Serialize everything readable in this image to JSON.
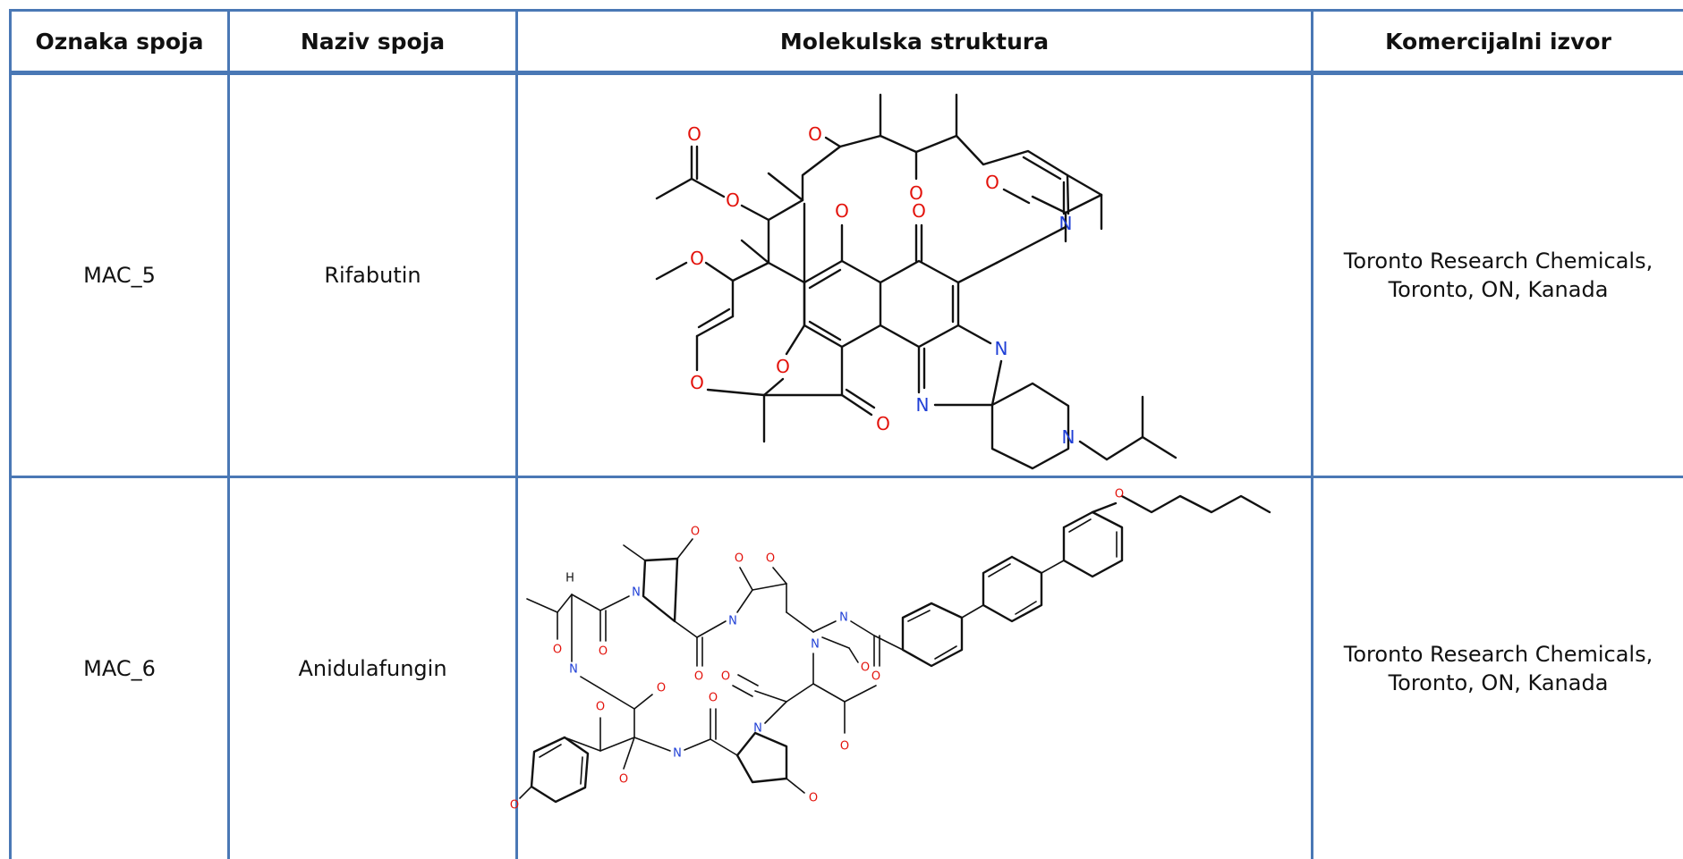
{
  "table": {
    "headers": [
      "Oznaka spoja",
      "Naziv spoja",
      "Molekulska struktura",
      "Komercijalni izvor"
    ],
    "rows": [
      {
        "code": "MAC_5",
        "name": "Rifabutin",
        "source_line1": "Toronto Research Chemicals,",
        "source_line2": "Toronto, ON, Kanada"
      },
      {
        "code": "MAC_6",
        "name": "Anidulafungin",
        "source_line1": "Toronto Research Chemicals,",
        "source_line2": "Toronto, ON, Kanada"
      }
    ]
  },
  "atom_labels": {
    "oxygen": "O",
    "nitrogen": "N",
    "hydrogen": "H"
  },
  "colors": {
    "grid": "#4a78b5",
    "oxygen": "#e3120b",
    "nitrogen": "#1f3fd6"
  }
}
